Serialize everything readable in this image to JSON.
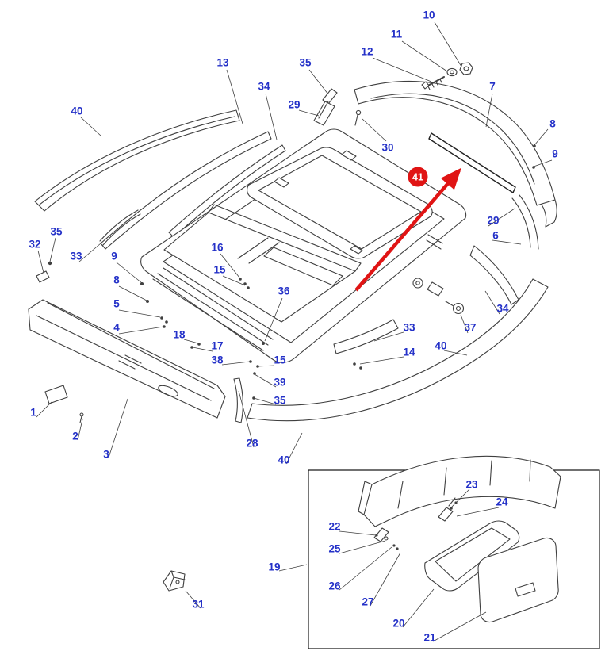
{
  "labels": [
    {
      "text": "10"
    },
    {
      "text": "11"
    },
    {
      "text": "12"
    },
    {
      "text": "35"
    },
    {
      "text": "13"
    },
    {
      "text": "34"
    },
    {
      "text": "29"
    },
    {
      "text": "30"
    },
    {
      "text": "7"
    },
    {
      "text": "8"
    },
    {
      "text": "9"
    },
    {
      "text": "40"
    },
    {
      "text": "35"
    },
    {
      "text": "32"
    },
    {
      "text": "33"
    },
    {
      "text": "9"
    },
    {
      "text": "8"
    },
    {
      "text": "5"
    },
    {
      "text": "4"
    },
    {
      "text": "16"
    },
    {
      "text": "15"
    },
    {
      "text": "36"
    },
    {
      "text": "18"
    },
    {
      "text": "17"
    },
    {
      "text": "38"
    },
    {
      "text": "15"
    },
    {
      "text": "39"
    },
    {
      "text": "35"
    },
    {
      "text": "29"
    },
    {
      "text": "6"
    },
    {
      "text": "34"
    },
    {
      "text": "37"
    },
    {
      "text": "33"
    },
    {
      "text": "14"
    },
    {
      "text": "40"
    },
    {
      "text": "1"
    },
    {
      "text": "2"
    },
    {
      "text": "3"
    },
    {
      "text": "28"
    },
    {
      "text": "40"
    },
    {
      "text": "31"
    },
    {
      "text": "19"
    },
    {
      "text": "22"
    },
    {
      "text": "25"
    },
    {
      "text": "26"
    },
    {
      "text": "27"
    },
    {
      "text": "23"
    },
    {
      "text": "24"
    },
    {
      "text": "20"
    },
    {
      "text": "21"
    }
  ],
  "highlight": {
    "text": "41"
  },
  "colors": {
    "label-blue": "#2431c8",
    "highlight-red": "#e01414",
    "line-gray": "#3f3f3f"
  }
}
